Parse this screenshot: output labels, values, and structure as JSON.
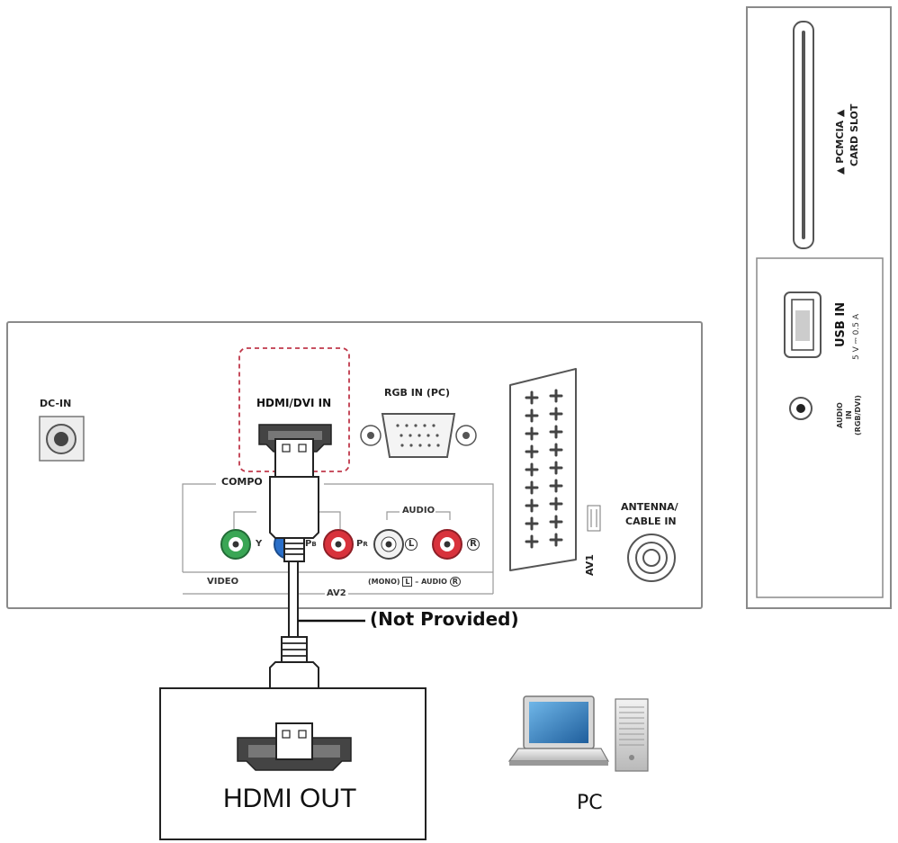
{
  "tv_panel": {
    "dc_in": "DC-IN",
    "hdmi_dvi_in": "HDMI/DVI IN",
    "rgb_in_pc": "RGB IN (PC)",
    "component": "COMPO",
    "audio": "AUDIO",
    "y": "Y",
    "pb": "P",
    "pb_sub": "B",
    "pr": "P",
    "pr_sub": "R",
    "l": "L",
    "r": "R",
    "video": "VIDEO",
    "av2": "AV2",
    "mono_audio_prefix": "(MONO)",
    "mono_audio_l": "L",
    "mono_audio_mid": "– AUDIO",
    "mono_audio_r": "R",
    "av1": "AV1",
    "antenna": "ANTENNA/",
    "cable_in": "CABLE IN"
  },
  "side_panel": {
    "pcmcia": "▲ PCMCIA ▲",
    "card_slot": "CARD SLOT",
    "usb_in": "USB IN",
    "usb_rating": "5 V ⎓ 0.5 A",
    "audio_in_1": "AUDIO",
    "audio_in_2": "IN",
    "audio_in_3": "(RGB/DVI)"
  },
  "cable_note": "(Not Provided)",
  "source_box": {
    "label": "HDMI OUT"
  },
  "pc_label": "PC",
  "colors": {
    "outline": "#555555",
    "highlight_dash": "#c0394b",
    "jack_green": "#3aa655",
    "jack_blue": "#2a6fc9",
    "jack_red": "#d8323c",
    "screen_blue": "#3b8ed0"
  }
}
